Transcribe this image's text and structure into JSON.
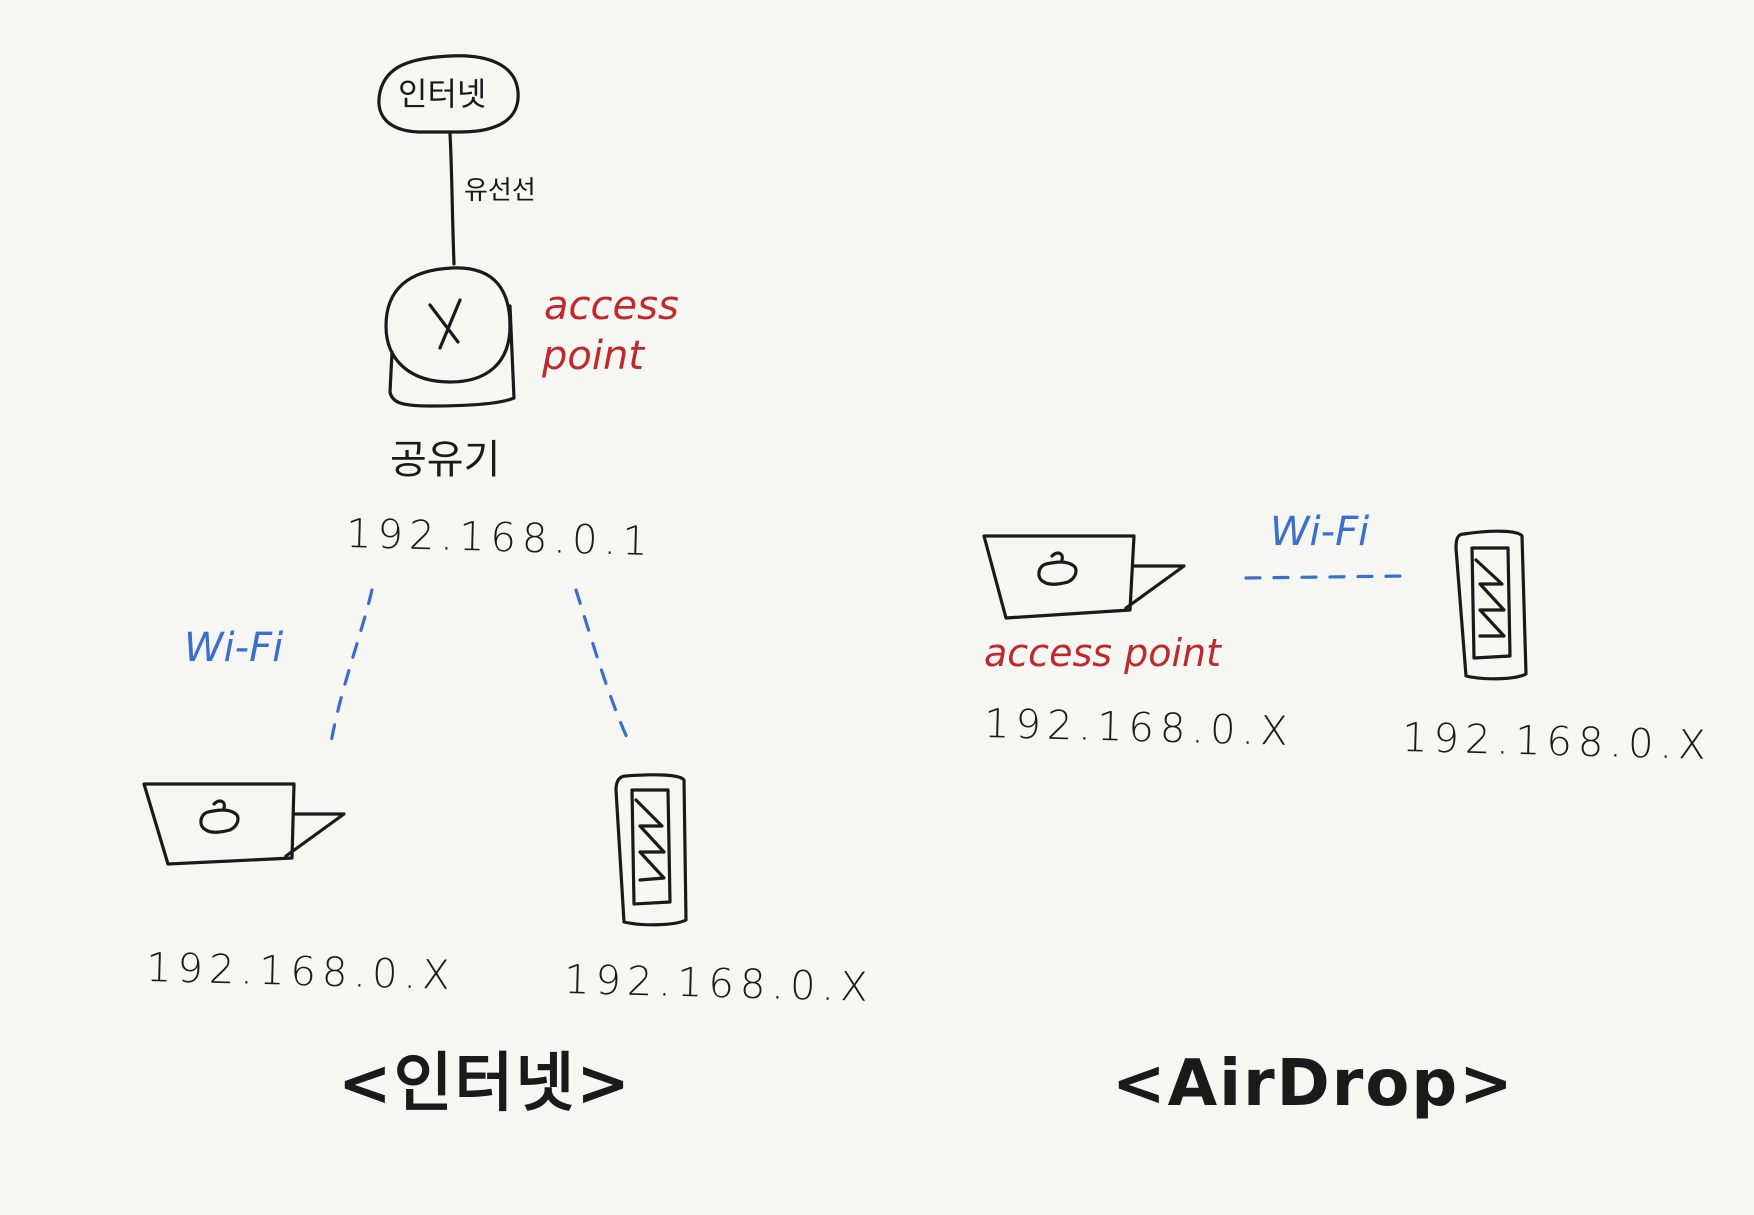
{
  "internet_diagram": {
    "internet_node_label": "인터넷",
    "wired_label": "유선선",
    "access_point_label_line1": "access",
    "access_point_label_line2": "point",
    "router_symbol": "X",
    "router_label": "공유기",
    "router_ip": "192.168.0.1",
    "wifi_label": "Wi-Fi",
    "laptop_ip": "192.168.0.X",
    "phone_ip": "192.168.0.X",
    "title": "<인터넷>"
  },
  "airdrop_diagram": {
    "wifi_label": "Wi-Fi",
    "access_point_label": "access point",
    "laptop_ip": "192.168.0.X",
    "phone_ip": "192.168.0.X",
    "title": "<AirDrop>"
  },
  "colors": {
    "ink": "#1a1a1a",
    "access_point": "#c0282b",
    "wifi": "#3a6fd0",
    "background": "#f6f6f3"
  }
}
